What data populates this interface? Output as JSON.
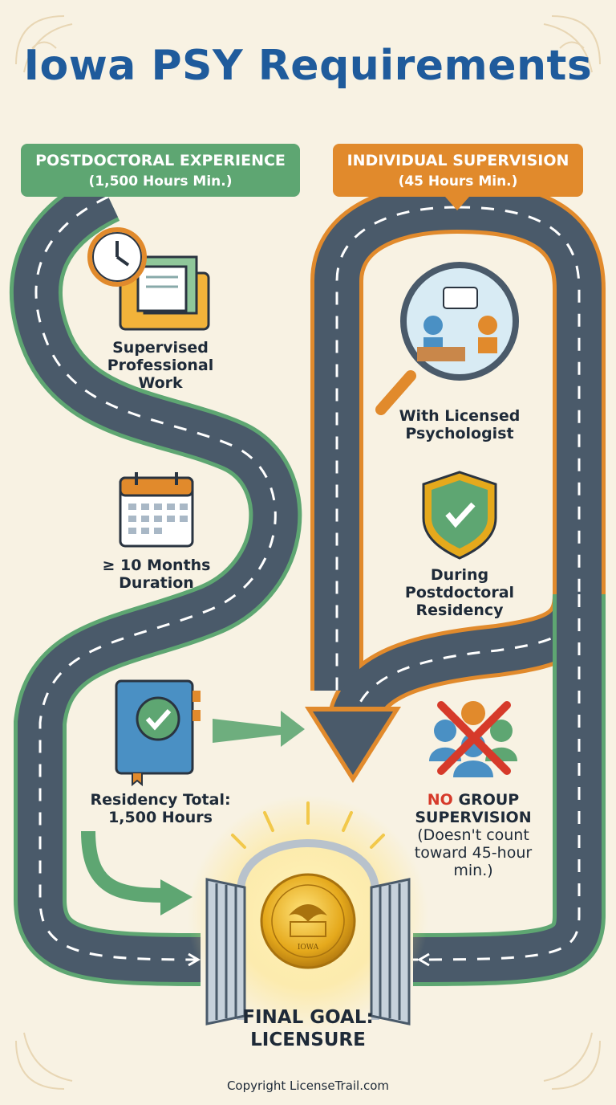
{
  "title": "Iowa PSY Requirements",
  "banners": {
    "postdoc": {
      "line1": "POSTDOCTORAL EXPERIENCE",
      "line2": "(1,500 Hours Min.)"
    },
    "supervision": {
      "line1": "INDIVIDUAL SUPERVISION",
      "line2": "(45 Hours Min.)"
    }
  },
  "left_steps": [
    {
      "lines": [
        "Supervised",
        "Professional",
        "Work"
      ],
      "icon": "clock-folder-icon"
    },
    {
      "lines": [
        "≥ 10 Months",
        "Duration"
      ],
      "icon": "calendar-icon"
    },
    {
      "lines": [
        "Residency Total:",
        "1,500 Hours"
      ],
      "icon": "checkbook-icon"
    }
  ],
  "right_steps": [
    {
      "lines": [
        "With Licensed",
        "Psychologist"
      ],
      "icon": "magnifier-meeting-icon"
    },
    {
      "lines": [
        "During",
        "Postdoctoral",
        "Residency"
      ],
      "icon": "shield-check-icon"
    }
  ],
  "no_group": {
    "word_no": "NO",
    "rest": "GROUP",
    "line2": "SUPERVISION",
    "note": [
      "(Doesn't count",
      "toward 45-hour",
      "min.)"
    ],
    "icon": "crossed-group-icon"
  },
  "final_goal": {
    "line1": "FINAL GOAL:",
    "line2": "LICENSURE"
  },
  "seal": {
    "line": "IOWA",
    "icon": "state-seal-icon"
  },
  "footer": "Copyright LicenseTrail.com",
  "colors": {
    "title": "#1f5b9c",
    "green": "#5ea672",
    "orange": "#e18a2c",
    "road": "#4a5a6a",
    "background": "#f8f2e3",
    "red": "#d63a2a"
  }
}
